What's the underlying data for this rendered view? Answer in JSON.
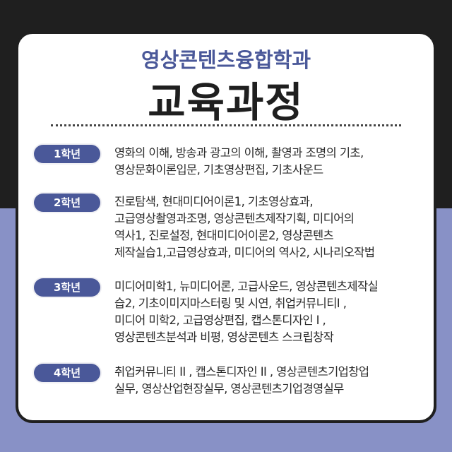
{
  "header": {
    "department": "영상콘텐츠융합학과",
    "title": "교육과정"
  },
  "colors": {
    "accent": "#4a5899",
    "background_top": "#1f1f1f",
    "background_bottom": "#8891c6",
    "card": "#ffffff",
    "text": "#2a2a2a"
  },
  "years": [
    {
      "label": "1학년",
      "lines": [
        "영화의 이해, 방송과 광고의 이해, 촬영과 조명의 기초,",
        "영상문화이론입문, 기초영상편집, 기초사운드"
      ]
    },
    {
      "label": "2학년",
      "lines": [
        "진로탐색, 현대미디어이론1, 기초영상효과,",
        "고급영상촬영과조명, 영상콘텐츠제작기획, 미디어의",
        "역사1, 진로설정, 현대미디어이론2, 영상콘텐츠",
        "제작실습1,고급영상효과, 미디어의 역사2, 시나리오작법"
      ]
    },
    {
      "label": "3학년",
      "lines": [
        "미디어미학1, 뉴미디어론, 고급사운드, 영상콘텐츠제작실",
        "습2, 기초이미지마스터링 및 시연, 취업커뮤니티I ,",
        "미디어 미학2, 고급영상편집, 캡스톤디자인 I ,",
        "영상콘텐츠분석과 비평, 영상콘텐츠 스크립창작"
      ]
    },
    {
      "label": "4학년",
      "lines": [
        "취업커뮤니티 II , 캡스톤디자인 II , 영상콘텐츠기업창업",
        "실무, 영상산업현장실무, 영상콘텐츠기업경영실무"
      ]
    }
  ]
}
